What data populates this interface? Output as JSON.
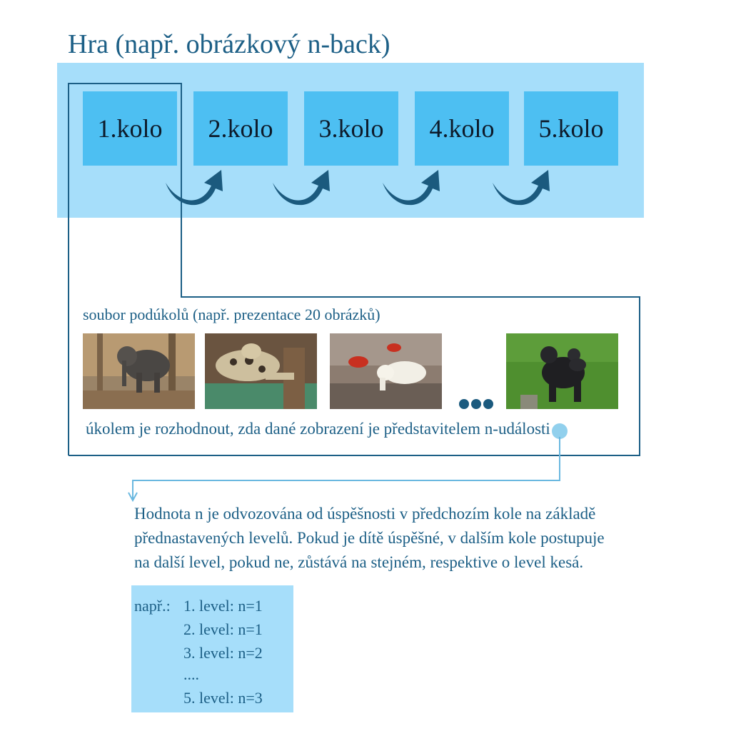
{
  "title": "Hra (např. obrázkový n-back)",
  "rounds": [
    {
      "label": "1.kolo"
    },
    {
      "label": "2.kolo"
    },
    {
      "label": "3.kolo"
    },
    {
      "label": "4.kolo"
    },
    {
      "label": "5.kolo"
    }
  ],
  "subtasks": {
    "label": "soubor podúkolů (např. prezentace 20 obrázků)",
    "images": [
      "elephant",
      "clouded-leopard",
      "polar-bear",
      "gorilla-with-baby"
    ],
    "task_text": "úkolem je rozhodnout, zda dané zobrazení je představitelem n-události"
  },
  "explanation": {
    "lines": [
      "Hodnota n je odvozována od úspěšnosti v předchozím kole na základě",
      "přednastavených levelů. Pokud je dítě úspěšné, v dalším kole postupuje",
      "na další level, pokud ne, zůstává na stejném, respektive o level kesá."
    ]
  },
  "levels": {
    "prefix": "např.:",
    "items": [
      "1. level: n=1",
      "2. level: n=1",
      "3. level: n=2",
      "....",
      "5. level: n=3"
    ]
  },
  "colors": {
    "band": "#a6defa",
    "round_box": "#4dbff2",
    "text": "#1c5f86",
    "arrow": "#1b5a7e",
    "connector": "#6ab8e0"
  }
}
